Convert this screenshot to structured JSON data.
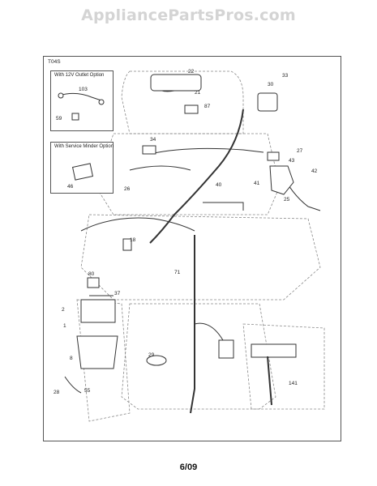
{
  "watermark": "AppliancePartsPros.com",
  "diagram_code": "T04S",
  "page_number": "6/09",
  "insets": {
    "outlet_option": "With 12V Outlet Option",
    "mirror_option": "With Service Minder Option"
  },
  "callouts": [
    {
      "id": "c22",
      "label": "22"
    },
    {
      "id": "c33",
      "label": "33"
    },
    {
      "id": "c30",
      "label": "30"
    },
    {
      "id": "c21",
      "label": "21"
    },
    {
      "id": "c87",
      "label": "87"
    },
    {
      "id": "c103",
      "label": "103"
    },
    {
      "id": "c59",
      "label": "59"
    },
    {
      "id": "c34",
      "label": "34"
    },
    {
      "id": "c27",
      "label": "27"
    },
    {
      "id": "c43",
      "label": "43"
    },
    {
      "id": "c46",
      "label": "46"
    },
    {
      "id": "c26",
      "label": "26"
    },
    {
      "id": "c40",
      "label": "40"
    },
    {
      "id": "c41",
      "label": "41"
    },
    {
      "id": "c42",
      "label": "42"
    },
    {
      "id": "c25",
      "label": "25"
    },
    {
      "id": "c18",
      "label": "18"
    },
    {
      "id": "c71",
      "label": "71"
    },
    {
      "id": "c80",
      "label": "80"
    },
    {
      "id": "c37",
      "label": "37"
    },
    {
      "id": "c2",
      "label": "2"
    },
    {
      "id": "c1",
      "label": "1"
    },
    {
      "id": "c29",
      "label": "29"
    },
    {
      "id": "c8",
      "label": "8"
    },
    {
      "id": "c141",
      "label": "141"
    },
    {
      "id": "c28",
      "label": "28"
    },
    {
      "id": "c55",
      "label": "55"
    }
  ]
}
